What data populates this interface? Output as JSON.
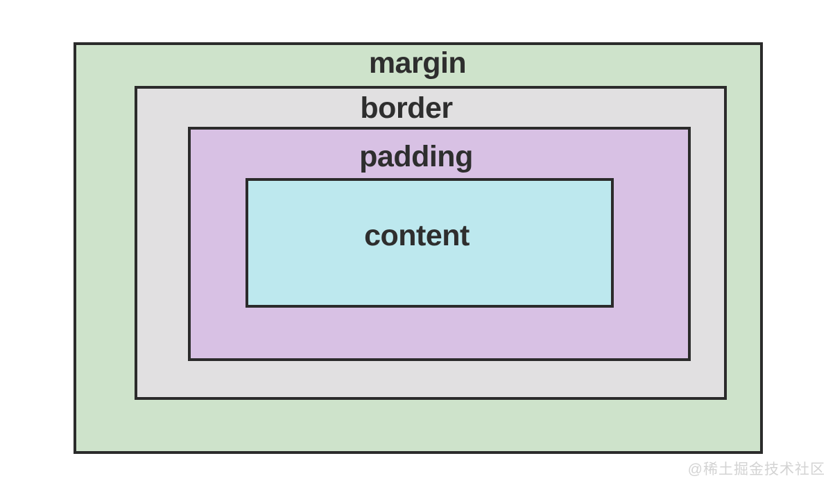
{
  "boxes": {
    "margin": {
      "label": "margin",
      "fill": "#cee3cb"
    },
    "border": {
      "label": "border",
      "fill": "#e1e0e1"
    },
    "padding": {
      "label": "padding",
      "fill": "#d8c1e4"
    },
    "content": {
      "label": "content",
      "fill": "#bde8ee"
    }
  },
  "stroke_color": "#2b2b2b",
  "label_color": "#2e2e2e",
  "watermark": {
    "text": "@稀土掘金技术社区",
    "color": "#d3d3d3"
  }
}
